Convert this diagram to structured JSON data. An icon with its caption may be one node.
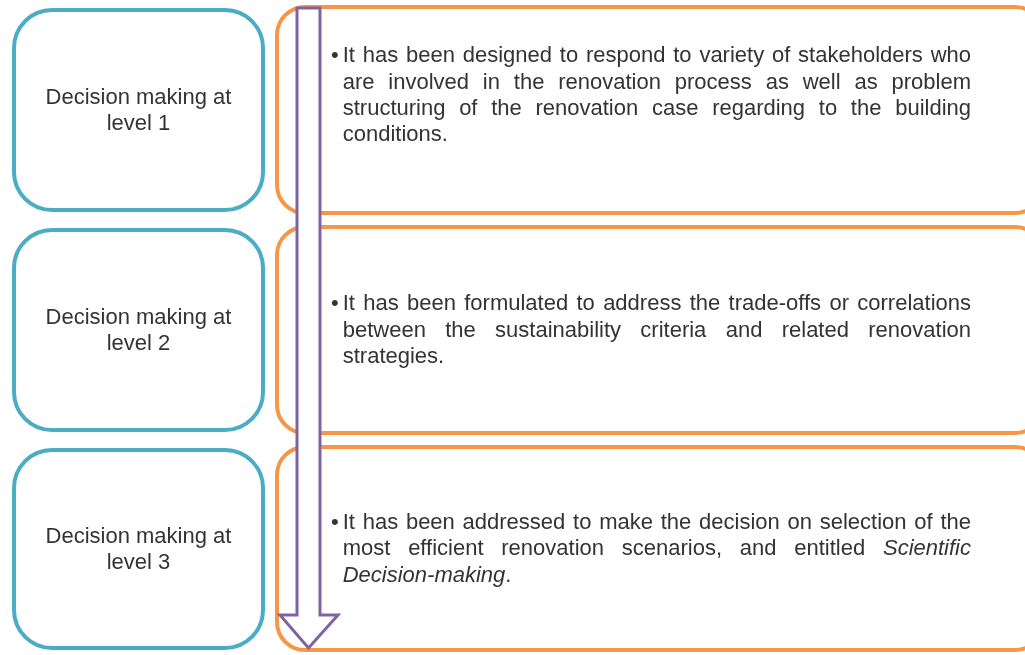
{
  "diagram": {
    "nodes": [
      {
        "text": [
          "Decision making at level 1"
        ]
      },
      {
        "text": [
          "•",
          "It has been designed to respond to variety of stakeholders who are involved in the renovation process as well as problem structuring of the renovation case regarding to the building conditions."
        ]
      },
      {
        "text": [
          "Decision making at level 2"
        ]
      },
      {
        "text": [
          "•",
          "It has been formulated to address the trade-offs or correlations between the sustainability criteria and related renovation strategies."
        ]
      },
      {
        "text": [
          "Decision making at level 3"
        ]
      },
      {
        "text": [
          "•",
          "It has been addressed to make the decision on selection of the most efficient renovation scenarios, and entitled *Scientific Decision-making*."
        ]
      }
    ]
  }
}
